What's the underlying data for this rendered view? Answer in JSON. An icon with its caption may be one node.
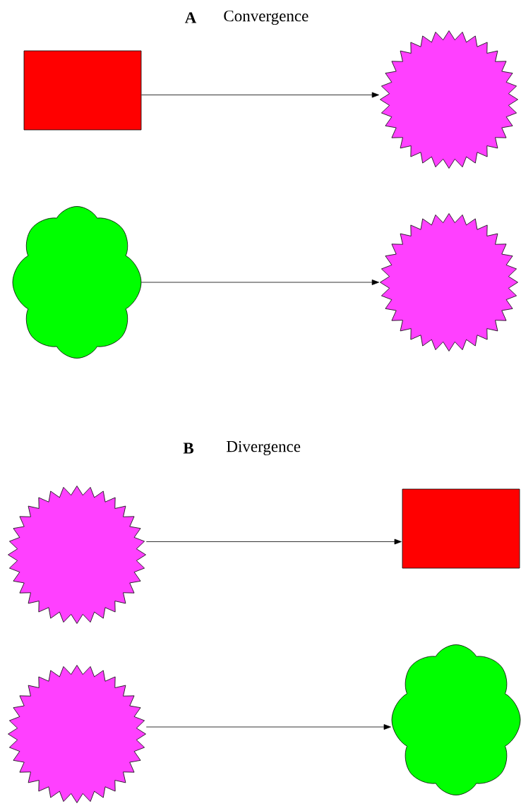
{
  "diagram": {
    "nodes": [
      {
        "text": [],
        "shape": "box"
      },
      {
        "text": [],
        "shape": "star"
      },
      {
        "text": [],
        "shape": "cloud"
      },
      {
        "text": [],
        "shape": "star"
      },
      {
        "text": [],
        "shape": "star"
      },
      {
        "text": [],
        "shape": "box"
      },
      {
        "text": [],
        "shape": "star"
      },
      {
        "text": [],
        "shape": "cloud"
      }
    ],
    "edges": [
      {
        "from": 0,
        "to": 1,
        "arrow": "to"
      },
      {
        "from": 2,
        "to": 3,
        "arrow": "to"
      },
      {
        "from": 4,
        "to": 5,
        "arrow": "to"
      },
      {
        "from": 6,
        "to": 7,
        "arrow": "to"
      }
    ],
    "labels": [
      "A",
      "Convergence",
      "B",
      "Divergence"
    ]
  }
}
